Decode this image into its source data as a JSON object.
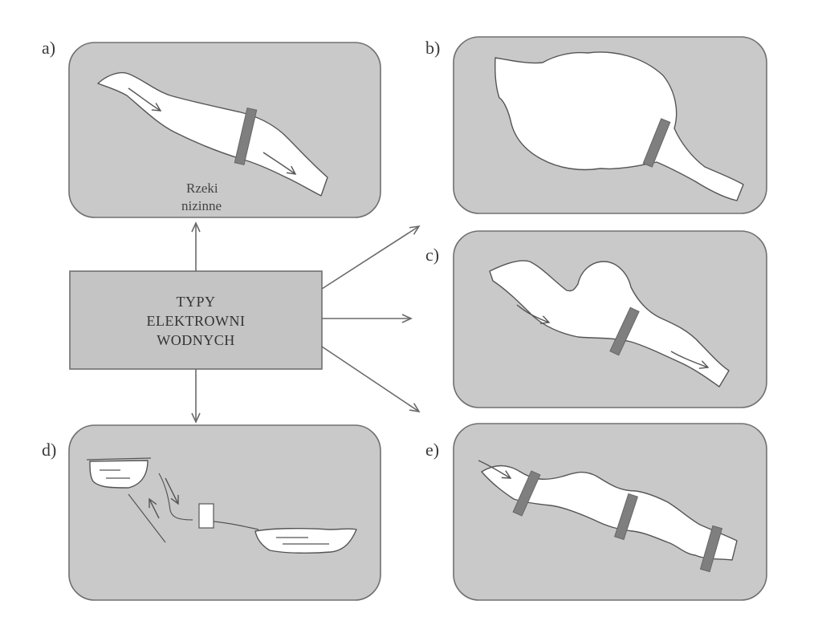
{
  "center": {
    "line1": "TYPY",
    "line2": "ELEKTROWNI",
    "line3": "WODNYCH"
  },
  "panels": {
    "a": {
      "label": "a)",
      "note_line1": "Rzeki",
      "note_line2": "nizinne"
    },
    "b": {
      "label": "b)"
    },
    "c": {
      "label": "c)"
    },
    "d": {
      "label": "d)"
    },
    "e": {
      "label": "e)"
    }
  },
  "colors": {
    "panel": "#c9c9c9",
    "water": "#ffffff",
    "dam": "#7f7f7f",
    "stroke": "#707070"
  }
}
